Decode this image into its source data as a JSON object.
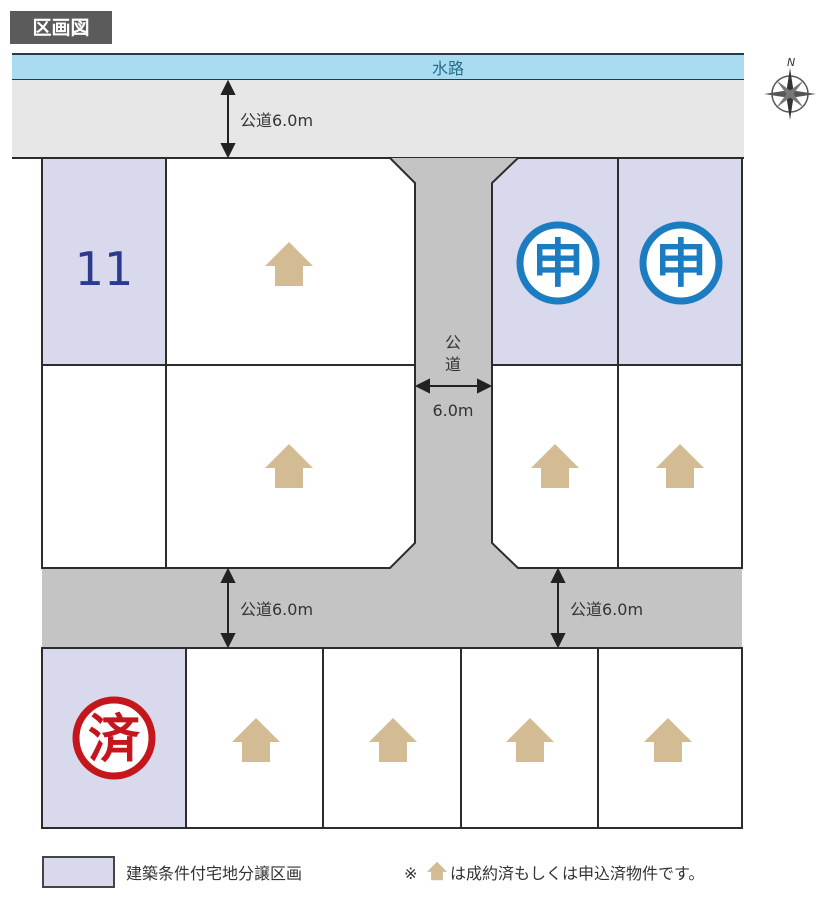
{
  "title": "区画図",
  "water_label": "水路",
  "compass_label": "N",
  "roads": {
    "top": "公道6.0m",
    "center_top": "公",
    "center_mid": "道",
    "center_width": "6.0m",
    "bottom_left": "公道6.0m",
    "bottom_right": "公道6.0m"
  },
  "lots": {
    "lot_11_number": "11",
    "applied_stamp": "申",
    "sold_stamp": "済"
  },
  "legend": {
    "conditional_label": "建築条件付宅地分譲区画",
    "note_prefix": "※",
    "note_text": "は成約済もしくは申込済物件です。"
  },
  "colors": {
    "conditional_lot": "#d9d9ee",
    "road_light": "#e7e7e7",
    "road_dark": "#c4c4c4",
    "water": "#a9dcf1",
    "house_icon": "#d3bb93",
    "applied_blue": "#1b7cc2",
    "sold_red": "#c4161c",
    "lot_number": "#2b3a8c"
  }
}
